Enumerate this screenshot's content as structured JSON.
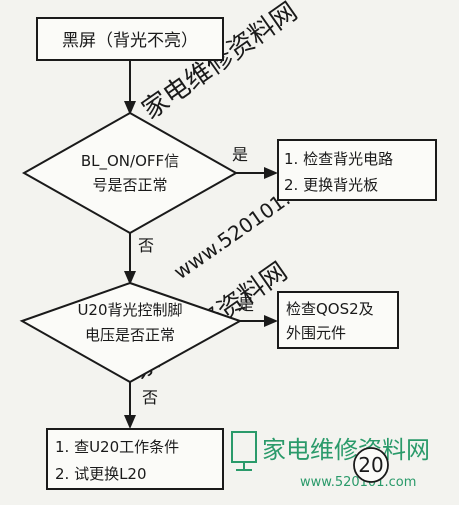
{
  "colors": {
    "ink": "#1a1a1a",
    "paper": "#f3f3ef",
    "watermark": "#2a9a6a"
  },
  "nodes": {
    "start": "黑屏（背光不亮）",
    "decision1": [
      "BL_ON/OFF信",
      "号是否正常"
    ],
    "action1": [
      "1. 检查背光电路",
      "2. 更换背光板"
    ],
    "decision2": [
      "U20背光控制脚",
      "电压是否正常"
    ],
    "action2": [
      "检查QOS2及",
      "外围元件"
    ],
    "action3": [
      "1. 查U20工作条件",
      "2. 试更换L20"
    ]
  },
  "edges": {
    "d1_yes": "是",
    "d1_no": "否",
    "d2_yes": "是",
    "d2_no": "否"
  },
  "page_number": "20",
  "watermark": {
    "icon": "monitor-icon",
    "text": "家电维修资料网",
    "url": "www.520101.com"
  }
}
